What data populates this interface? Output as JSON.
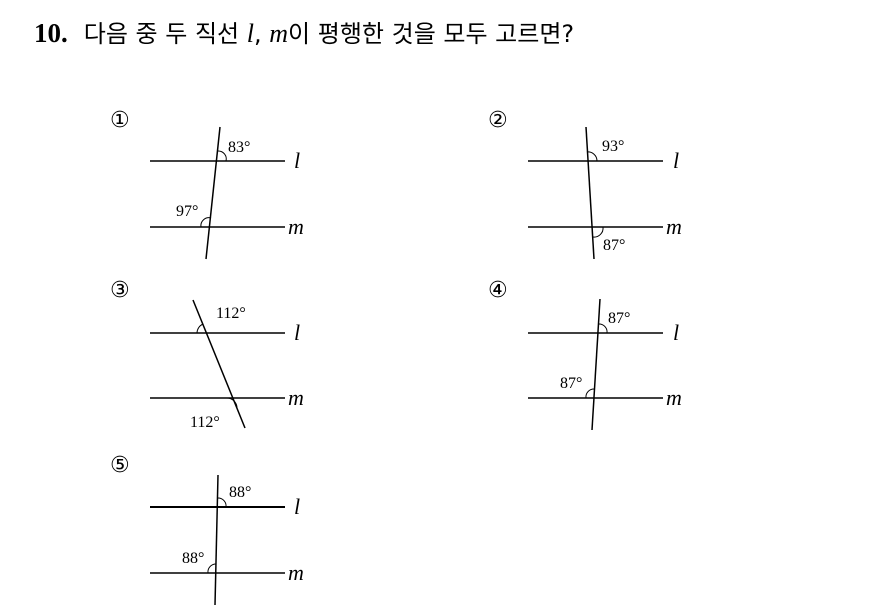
{
  "question": {
    "number": "10.",
    "text_before": "다음 중 두 직선 ",
    "var_l": "l",
    "comma": ", ",
    "var_m": "m",
    "text_after": "이 평행한 것을 모두 고르면?"
  },
  "line_labels": {
    "l": "l",
    "m": "m"
  },
  "choices": [
    {
      "marker": "①",
      "angle_top": "83°",
      "angle_bottom": "97°"
    },
    {
      "marker": "②",
      "angle_top": "93°",
      "angle_bottom": "87°"
    },
    {
      "marker": "③",
      "angle_top": "112°",
      "angle_bottom": "112°"
    },
    {
      "marker": "④",
      "angle_top": "87°",
      "angle_bottom": "87°"
    },
    {
      "marker": "⑤",
      "angle_top": "88°",
      "angle_bottom": "88°"
    }
  ]
}
